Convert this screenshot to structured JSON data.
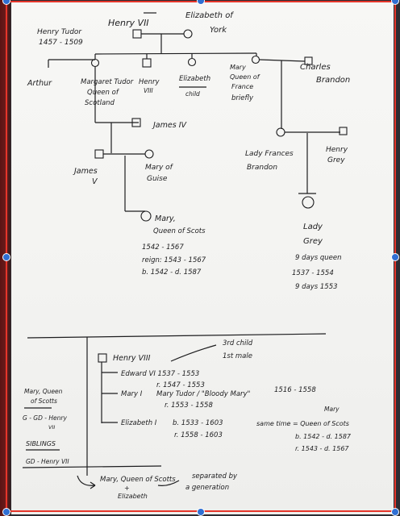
{
  "family_tree": {
    "henry_vii_dates_name": "Henry Tudor",
    "henry_vii_dates": "1457 - 1509",
    "henry_vii": "Henry VII",
    "elizabeth_of_york_1": "Elizabeth of",
    "elizabeth_of_york_2": "York",
    "arthur": "Arthur",
    "margaret_1": "Margaret Tudor",
    "margaret_2": "Queen of",
    "margaret_3": "Scotland",
    "henry_viii_1": "Henry",
    "henry_viii_2": "VIII",
    "elizabeth_child_1": "Elizabeth",
    "elizabeth_child_2": "child",
    "mary_1": "Mary",
    "mary_2": "Queen of",
    "mary_3": "France",
    "mary_4": "briefly",
    "charles_1": "Charles",
    "charles_2": "Brandon",
    "james_iv": "James IV",
    "james_v_1": "James",
    "james_v_2": "V",
    "mary_of_guise_1": "Mary of",
    "mary_of_guise_2": "Guise",
    "lady_frances_1": "Lady Frances",
    "lady_frances_2": "Brandon",
    "henry_grey_1": "Henry",
    "henry_grey_2": "Grey",
    "mqs_1": "Mary,",
    "mqs_2": "Queen of Scots",
    "mqs_3": "1542 - 1567",
    "mqs_4": "reign: 1543 - 1567",
    "mqs_5": "b. 1542 - d. 1587",
    "jane_1": "Lady",
    "jane_2": "Grey",
    "jane_3": "9 days queen",
    "jane_4": "1537 - 1554",
    "jane_5": "9 days 1553"
  },
  "notes": {
    "henry_viii": "Henry VIII",
    "third_child_1": "3rd child",
    "third_child_2": "1st male",
    "edward_1": "Edward VI  1537 - 1553",
    "edward_2": "r.  1547 - 1553",
    "mary_tudor_1": "Mary I",
    "mary_tudor_2": "Mary Tudor / \"Bloody Mary\"",
    "mary_tudor_3": "1516 - 1558",
    "mary_tudor_4": "r. 1553 - 1558",
    "elizabeth_1": "Elizabeth I",
    "elizabeth_2": "b. 1533 - 1603",
    "elizabeth_3": "r.  1558 - 1603",
    "same_time_1": "Mary",
    "same_time_2": "same time = Queen of Scots",
    "same_time_3": "b. 1542 - d. 1587",
    "same_time_4": "r. 1543 - d. 1567",
    "side_1": "Mary, Queen",
    "side_2": "of Scotts",
    "side_3": "G - GD - Henry",
    "side_4": "VII",
    "side_5": "SIBLINGS",
    "side_6": "GD - Henry VII",
    "bottom_1": "Mary, Queen of Scotts",
    "bottom_2": "+",
    "bottom_3": "Elizabeth",
    "bottom_4": "separated by",
    "bottom_5": "a generation"
  }
}
